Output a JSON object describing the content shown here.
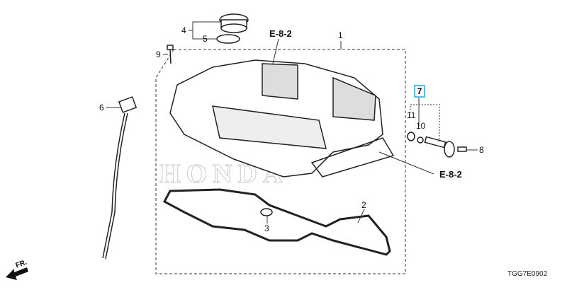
{
  "diagram": {
    "parts": [
      {
        "ref": "1"
      },
      {
        "ref": "2"
      },
      {
        "ref": "3"
      },
      {
        "ref": "4"
      },
      {
        "ref": "5"
      },
      {
        "ref": "6"
      },
      {
        "ref": "7"
      },
      {
        "ref": "8"
      },
      {
        "ref": "9"
      },
      {
        "ref": "10"
      },
      {
        "ref": "11"
      }
    ],
    "cross_refs": [
      "E-8-2",
      "E-8-2"
    ],
    "direction_label": "FR.",
    "diagram_code": "TGG7E0902",
    "watermark": "HONDA",
    "highlight_color": "#4fc3e8"
  }
}
